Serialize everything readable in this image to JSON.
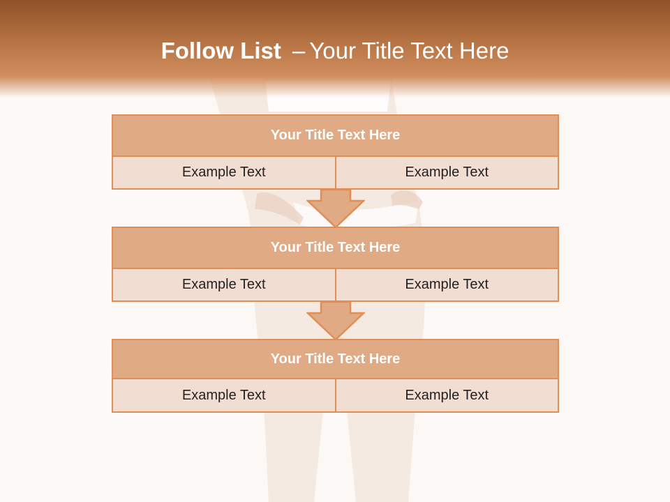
{
  "title": {
    "bold": "Follow List",
    "separator": "–",
    "rest": "Your Title Text Here"
  },
  "colors": {
    "header_dark": "#8f5128",
    "header_light": "#d08e5e",
    "box_title_fill": "#e0aa84",
    "box_cell_fill": "#f2ddd2",
    "box_border": "#e08e55",
    "arrow_fill": "#e0aa84"
  },
  "steps": [
    {
      "title": "Your Title Text Here",
      "cells": [
        "Example Text",
        "Example Text"
      ]
    },
    {
      "title": "Your Title Text Here",
      "cells": [
        "Example Text",
        "Example Text"
      ]
    },
    {
      "title": "Your Title Text Here",
      "cells": [
        "Example Text",
        "Example Text"
      ]
    }
  ],
  "arrow_icon": "down-arrow-icon"
}
